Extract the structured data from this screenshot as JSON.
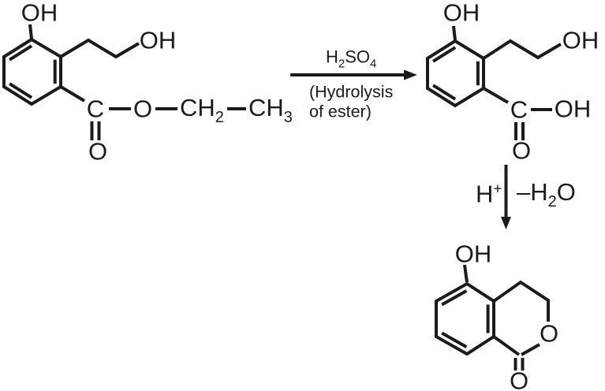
{
  "canvas": {
    "background_color": "#ffffff",
    "ink_color": "#1b1b1b"
  },
  "reactant": {
    "phenol_oh": "OH",
    "chain_oh": "OH",
    "carbonyl_c": "C",
    "ester_o": "O",
    "ch2_main": "CH",
    "ch2_sub": "2",
    "ch3_main": "CH",
    "ch3_sub": "3",
    "carbonyl_o": "O"
  },
  "reaction_arrow": {
    "reagent_h": "H",
    "reagent_h_sub": "2",
    "reagent_so": "SO",
    "reagent_so_sub": "4",
    "caption_line1": "(Hydrolysis",
    "caption_line2": "of ester)"
  },
  "intermediate": {
    "phenol_oh": "OH",
    "chain_oh": "OH",
    "carbonyl_c": "C",
    "acid_oh": "OH",
    "carbonyl_o": "O"
  },
  "cyclization_arrow": {
    "catalyst_h": "H",
    "catalyst_sup": "+",
    "byproduct_prefix": "–H",
    "byproduct_sub": "2",
    "byproduct_o": "O"
  },
  "product": {
    "phenol_oh": "OH",
    "ring_o": "O",
    "carbonyl_o": "O"
  }
}
